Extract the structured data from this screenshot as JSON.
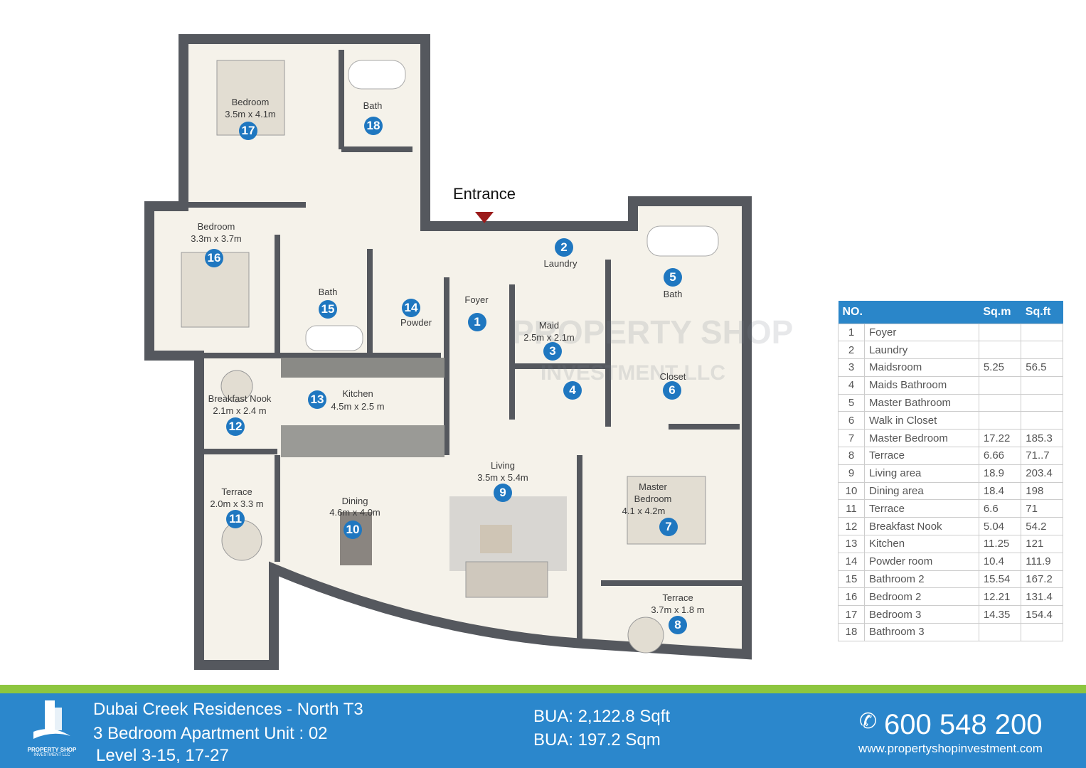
{
  "entrance": "Entrance",
  "watermark": {
    "line1": "PROPERTY SHOP",
    "line2": "INVESTMENT LLC"
  },
  "rooms": {
    "r17": {
      "name": "Bedroom",
      "size": "3.5m x 4.1m",
      "no": "17"
    },
    "r18": {
      "name": "Bath",
      "no": "18"
    },
    "r16": {
      "name": "Bedroom",
      "size": "3.3m x 3.7m",
      "no": "16"
    },
    "r2": {
      "name": "Laundry",
      "no": "2"
    },
    "r5": {
      "name": "Bath",
      "no": "5"
    },
    "r15": {
      "name": "Bath",
      "no": "15"
    },
    "r14": {
      "name": "Powder",
      "no": "14"
    },
    "r1": {
      "name": "Foyer",
      "no": "1"
    },
    "r3": {
      "name": "Maid",
      "size": "2.5m x 2.1m",
      "no": "3"
    },
    "r4": {
      "no": "4"
    },
    "r6": {
      "name": "Closet",
      "no": "6"
    },
    "r12": {
      "name": "Breakfast Nook",
      "size": "2.1m x 2.4 m",
      "no": "12"
    },
    "r13": {
      "name": "Kitchen",
      "size": "4.5m x 2.5 m",
      "no": "13"
    },
    "r9": {
      "name": "Living",
      "size": "3.5m x 5.4m",
      "no": "9"
    },
    "r7": {
      "name1": "Master",
      "name2": "Bedroom",
      "size": "4.1 x 4.2m",
      "no": "7"
    },
    "r11": {
      "name": "Terrace",
      "size": "2.0m x 3.3 m",
      "no": "11"
    },
    "r10": {
      "name": "Dining",
      "size": "4.6m x 4.0m",
      "no": "10"
    },
    "r8": {
      "name": "Terrace",
      "size": "3.7m x 1.8 m",
      "no": "8"
    }
  },
  "table": {
    "headers": [
      "NO.",
      "Sq.m",
      "Sq.ft"
    ],
    "rows": [
      [
        "1",
        "Foyer",
        "",
        ""
      ],
      [
        "2",
        "Laundry",
        "",
        ""
      ],
      [
        "3",
        "Maidsroom",
        "5.25",
        "56.5"
      ],
      [
        "4",
        "Maids Bathroom",
        "",
        ""
      ],
      [
        "5",
        "Master Bathroom",
        "",
        ""
      ],
      [
        "6",
        "Walk in Closet",
        "",
        ""
      ],
      [
        "7",
        "Master Bedroom",
        "17.22",
        "185.3"
      ],
      [
        "8",
        "Terrace",
        "6.66",
        "71..7"
      ],
      [
        "9",
        "Living area",
        "18.9",
        "203.4"
      ],
      [
        "10",
        "Dining area",
        "18.4",
        "198"
      ],
      [
        "11",
        "Terrace",
        "6.6",
        "71"
      ],
      [
        "12",
        "Breakfast Nook",
        "5.04",
        "54.2"
      ],
      [
        "13",
        "Kitchen",
        "11.25",
        "121"
      ],
      [
        "14",
        "Powder room",
        "10.4",
        "111.9"
      ],
      [
        "15",
        "Bathroom 2",
        "15.54",
        "167.2"
      ],
      [
        "16",
        "Bedroom 2",
        "12.21",
        "131.4"
      ],
      [
        "17",
        "Bedroom 3",
        "14.35",
        "154.4"
      ],
      [
        "18",
        "Bathroom 3",
        "",
        ""
      ]
    ]
  },
  "footer": {
    "logo_line1": "PROPERTY SHOP",
    "logo_line2": "INVESTMENT LLC",
    "project": "Dubai Creek Residences - North T3",
    "unit": "3 Bedroom Apartment  Unit : 02",
    "level": "Level  3-15, 17-27",
    "bua_sqft": "BUA: 2,122.8 Sqft",
    "bua_sqm": "BUA: 197.2 Sqm",
    "phone": "600 548 200",
    "website": "www.propertyshopinvestment.com"
  },
  "colors": {
    "accent": "#2a86c9",
    "green": "#8dc63f",
    "marker": "#1f77c0",
    "wall": "#55585e"
  }
}
